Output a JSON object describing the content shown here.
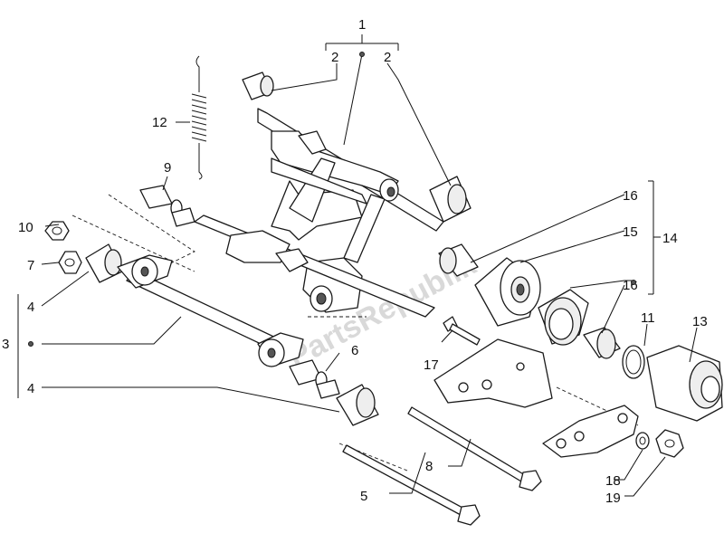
{
  "callouts": {
    "c1": "1",
    "c2a": "2",
    "c2b": "2",
    "c3": "3",
    "c4a": "4",
    "c4b": "4",
    "c5": "5",
    "c6": "6",
    "c7": "7",
    "c8": "8",
    "c9": "9",
    "c10": "10",
    "c11": "11",
    "c12": "12",
    "c13": "13",
    "c14": "14",
    "c15": "15",
    "c16a": "16",
    "c16b": "16",
    "c17": "17",
    "c18": "18",
    "c19": "19"
  },
  "watermark": "PartsRepublik"
}
